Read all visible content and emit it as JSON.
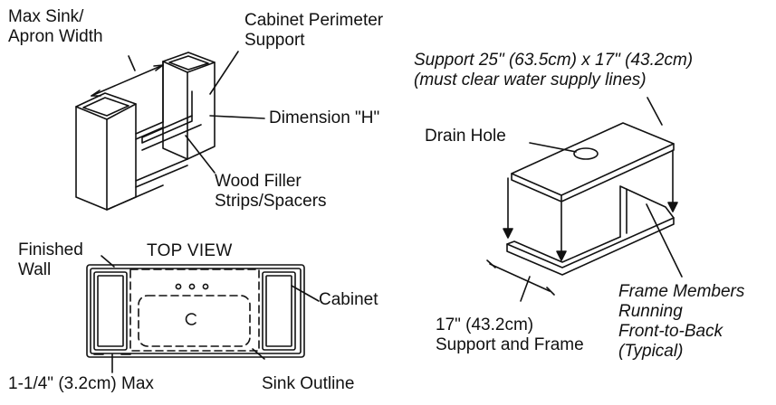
{
  "labels": {
    "max_sink_width": [
      "Max Sink/",
      "Apron Width"
    ],
    "cabinet_perimeter_support": [
      "Cabinet Perimeter",
      "Support"
    ],
    "dimension_h": "Dimension \"H\"",
    "wood_filler": [
      "Wood Filler",
      "Strips/Spacers"
    ],
    "support_size": [
      "Support 25\" (63.5cm) x 17\" (43.2cm)",
      "(must clear water supply lines)"
    ],
    "drain_hole": "Drain Hole",
    "finished_wall": [
      "Finished",
      "Wall"
    ],
    "top_view": "TOP VIEW",
    "cabinet": "Cabinet",
    "support_and_frame": [
      "17\" (43.2cm)",
      "Support and Frame"
    ],
    "frame_members": [
      "Frame Members",
      "Running",
      "Front-to-Back",
      "(Typical)"
    ],
    "max_gap": "1-1/4\" (3.2cm) Max",
    "sink_outline": "Sink Outline"
  },
  "colors": {
    "line": "#111111",
    "background": "#ffffff"
  }
}
